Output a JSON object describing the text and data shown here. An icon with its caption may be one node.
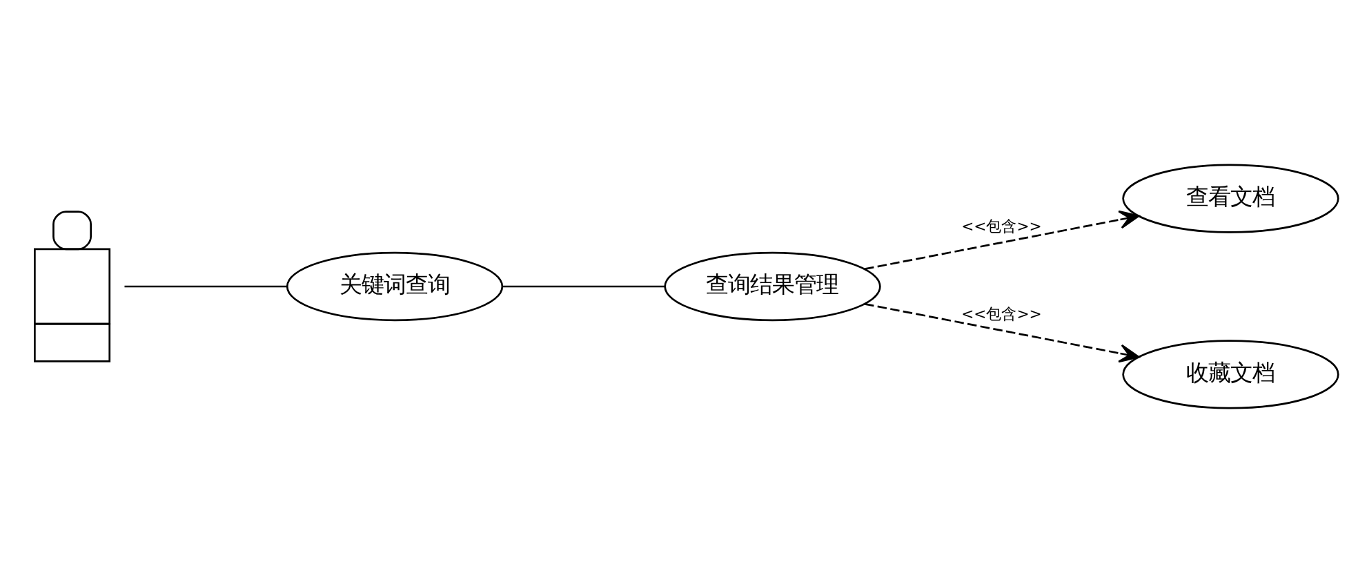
{
  "diagram": {
    "nodes": [
      {
        "text": [],
        "shape": "person"
      },
      {
        "text": [
          "关键词查询"
        ]
      },
      {
        "text": [
          "查询结果管理"
        ]
      },
      {
        "text": [
          "查看文档"
        ]
      },
      {
        "text": [
          "收藏文档"
        ]
      }
    ],
    "edges": [
      {
        "from": 0,
        "to": 1,
        "arrow": "none"
      },
      {
        "from": 1,
        "to": 2,
        "arrow": "none"
      },
      {
        "from": 2,
        "to": 3,
        "arrow": "to",
        "style": "dashed",
        "label": "<<包含>>"
      },
      {
        "from": 2,
        "to": 4,
        "arrow": "to",
        "style": "dashed",
        "label": "<<包含>>"
      }
    ]
  }
}
